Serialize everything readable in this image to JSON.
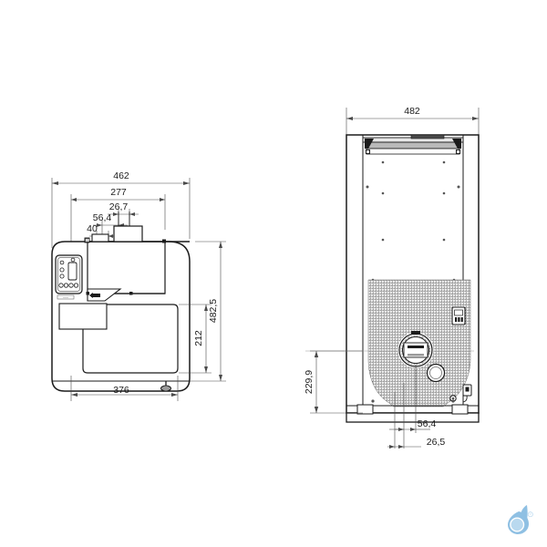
{
  "document": {
    "type": "technical-dimension-drawing",
    "subject": "floor-standing boiler unit",
    "views": [
      "side-section-view",
      "front-bottom-view"
    ],
    "units": "mm",
    "line_color": "#1b1b1b",
    "background_color": "#ffffff"
  },
  "left_view": {
    "name": "side-section-view",
    "dimensions": {
      "overall_depth": "462",
      "inner_depth": "277",
      "flue_offset": "26,7",
      "connector_offset": "56,4",
      "small_offset": "40",
      "overall_height": "482,5",
      "tank_height": "212",
      "base_depth": "376"
    }
  },
  "right_view": {
    "name": "front-bottom-view",
    "dimensions": {
      "overall_width": "482",
      "panel_height": "229,9",
      "center_offset": "56,4",
      "pipe_offset": "26,5"
    }
  },
  "logo": {
    "name": "water-drop-logo",
    "color": "#8fc0e3",
    "accent_color": "#b9d9ef",
    "trademark": "®"
  },
  "colors": {
    "line": "#1b1b1b",
    "thin_line": "#6d6d6d",
    "dim_line": "#4a4a4a",
    "fill_light": "#f2f2f2",
    "fill_mid": "#d8d8d8",
    "brand": "#8fc0e3"
  }
}
